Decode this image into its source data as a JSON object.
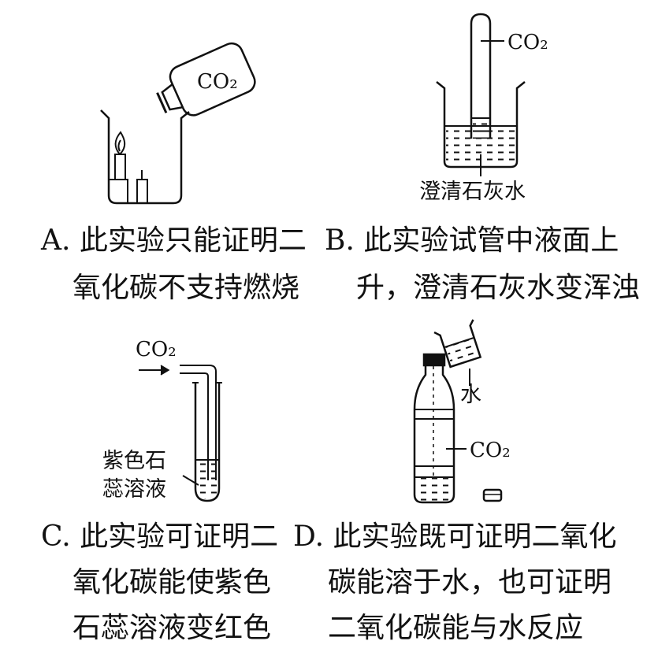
{
  "figure_a": {
    "bottle_label": "CO₂",
    "caption_line1": "A. 此实验只能证明二",
    "caption_line2": "氧化碳不支持燃烧"
  },
  "figure_b": {
    "tube_label": "CO₂",
    "liquid_label": "澄清石灰水",
    "caption_line1": "B. 此实验试管中液面上",
    "caption_line2": "升，澄清石灰水变浑浊"
  },
  "figure_c": {
    "gas_label": "CO₂",
    "solution_label_line1": "紫色石",
    "solution_label_line2": "蕊溶液",
    "caption_line1": "C. 此实验可证明二",
    "caption_line2": "氧化碳能使紫色",
    "caption_line3": "石蕊溶液变红色"
  },
  "figure_d": {
    "water_label": "水",
    "gas_label": "CO₂",
    "caption_line1": "D. 此实验既可证明二氧化",
    "caption_line2": "碳能溶于水，也可证明",
    "caption_line3": "二氧化碳能与水反应"
  }
}
